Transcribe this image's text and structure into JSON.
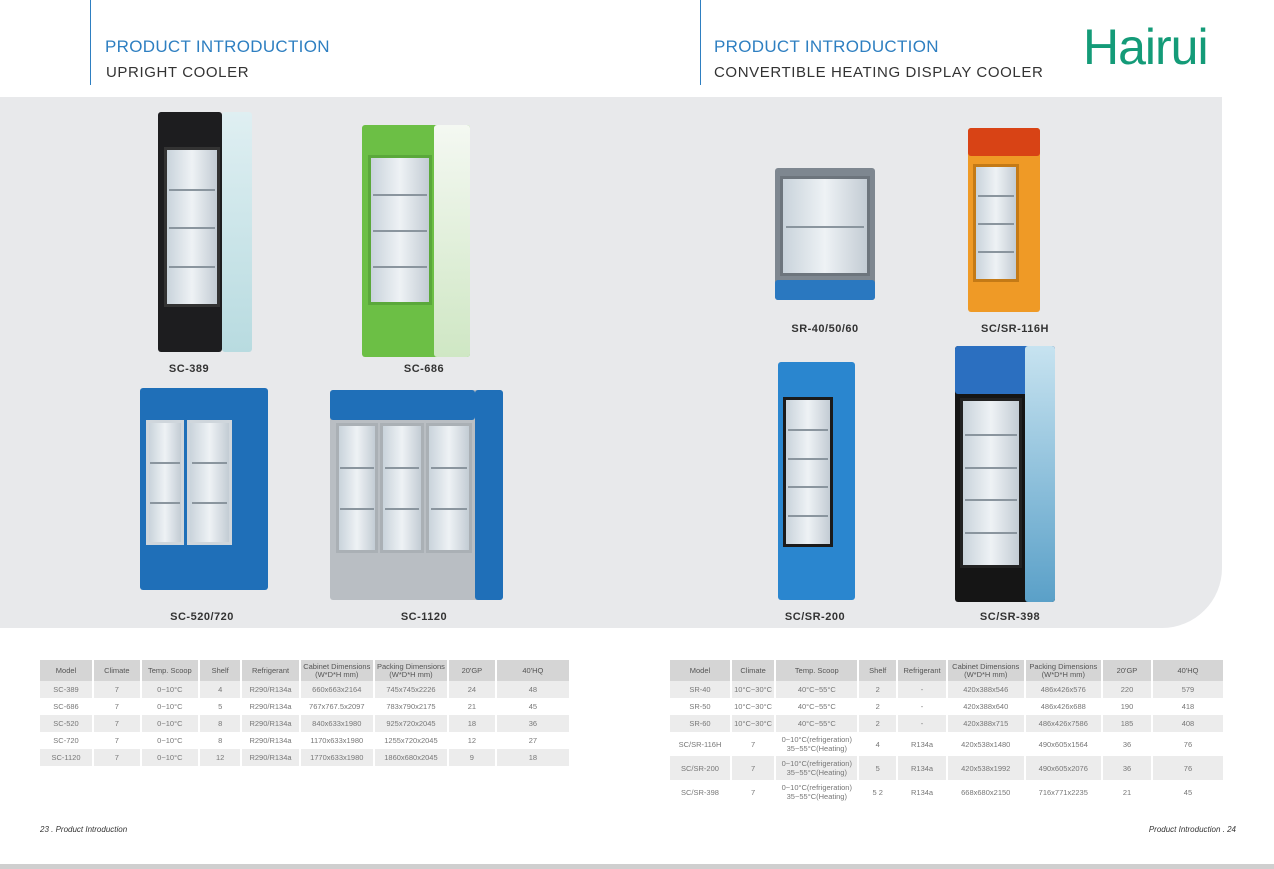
{
  "left_header": {
    "title": "PRODUCT INTRODUCTION",
    "subtitle": "UPRIGHT COOLER"
  },
  "right_header": {
    "title": "PRODUCT INTRODUCTION",
    "subtitle": "CONVERTIBLE HEATING DISPLAY COOLER"
  },
  "brand": "Hairui",
  "products": {
    "sc389": "SC-389",
    "sc686": "SC-686",
    "sc520": "SC-520/720",
    "sc1120": "SC-1120",
    "sr40": "SR-40/50/60",
    "sr116": "SC/SR-116H",
    "sr200": "SC/SR-200",
    "sr398": "SC/SR-398"
  },
  "colors": {
    "accent": "#2e7fc1",
    "brand": "#149b78"
  },
  "table_left": {
    "headers": [
      "Model",
      "Climate",
      "Temp. Scoop",
      "Shelf",
      "Refrigerant",
      "Cabinet Dimensions (W*D*H mm)",
      "Packing Dimensions (W*D*H mm)",
      "20'GP",
      "40'HQ"
    ],
    "rows": [
      [
        "SC-389",
        "7",
        "0~10°C",
        "4",
        "R290/R134a",
        "660x663x2164",
        "745x745x2226",
        "24",
        "48"
      ],
      [
        "SC-686",
        "7",
        "0~10°C",
        "5",
        "R290/R134a",
        "767x767.5x2097",
        "783x790x2175",
        "21",
        "45"
      ],
      [
        "SC-520",
        "7",
        "0~10°C",
        "8",
        "R290/R134a",
        "840x633x1980",
        "925x720x2045",
        "18",
        "36"
      ],
      [
        "SC-720",
        "7",
        "0~10°C",
        "8",
        "R290/R134a",
        "1170x633x1980",
        "1255x720x2045",
        "12",
        "27"
      ],
      [
        "SC-1120",
        "7",
        "0~10°C",
        "12",
        "R290/R134a",
        "1770x633x1980",
        "1860x680x2045",
        "9",
        "18"
      ]
    ]
  },
  "table_right": {
    "headers": [
      "Model",
      "Climate",
      "Temp. Scoop",
      "Shelf",
      "Refrigerant",
      "Cabinet Dimensions (W*D*H mm)",
      "Packing Dimensions (W*D*H mm)",
      "20'GP",
      "40'HQ"
    ],
    "rows": [
      [
        "SR-40",
        "10°C~30°C",
        "40°C~55°C",
        "2",
        "-",
        "420x388x546",
        "486x426x576",
        "220",
        "579"
      ],
      [
        "SR-50",
        "10°C~30°C",
        "40°C~55°C",
        "2",
        "-",
        "420x388x640",
        "486x426x688",
        "190",
        "418"
      ],
      [
        "SR-60",
        "10°C~30°C",
        "40°C~55°C",
        "2",
        "-",
        "420x388x715",
        "486x426x7586",
        "185",
        "408"
      ],
      [
        "SC/SR-116H",
        "7",
        "0~10°C(refrigeration) 35~55°C(Heating)",
        "4",
        "R134a",
        "420x538x1480",
        "490x605x1564",
        "36",
        "76"
      ],
      [
        "SC/SR-200",
        "7",
        "0~10°C(refrigeration) 35~55°C(Heating)",
        "5",
        "R134a",
        "420x538x1992",
        "490x605x2076",
        "36",
        "76"
      ],
      [
        "SC/SR-398",
        "7",
        "0~10°C(refrigeration) 35~55°C(Heating)",
        "5 2",
        "R134a",
        "668x680x2150",
        "716x771x2235",
        "21",
        "45"
      ]
    ]
  },
  "footer": {
    "left": "23 . Product Introduction",
    "right": "Product Introduction . 24"
  }
}
